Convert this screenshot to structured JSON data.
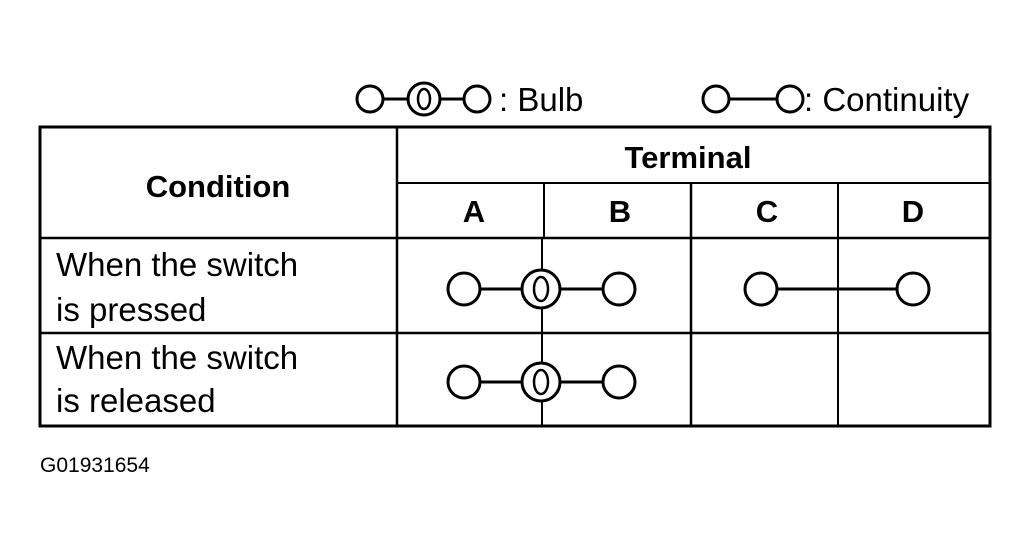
{
  "legend": {
    "bulb_label": ": Bulb",
    "continuity_label": ": Continuity"
  },
  "table": {
    "condition_header": "Condition",
    "terminal_header": "Terminal",
    "terminals": [
      "A",
      "B",
      "C",
      "D"
    ],
    "rows": [
      {
        "condition_line1": "When the switch",
        "condition_line2": "is pressed",
        "connections": [
          {
            "from": "A",
            "to": "B",
            "type": "bulb"
          },
          {
            "from": "C",
            "to": "D",
            "type": "continuity"
          }
        ]
      },
      {
        "condition_line1": "When the switch",
        "condition_line2": "is released",
        "connections": [
          {
            "from": "A",
            "to": "B",
            "type": "bulb"
          }
        ]
      }
    ]
  },
  "figure_code": "G01931654"
}
